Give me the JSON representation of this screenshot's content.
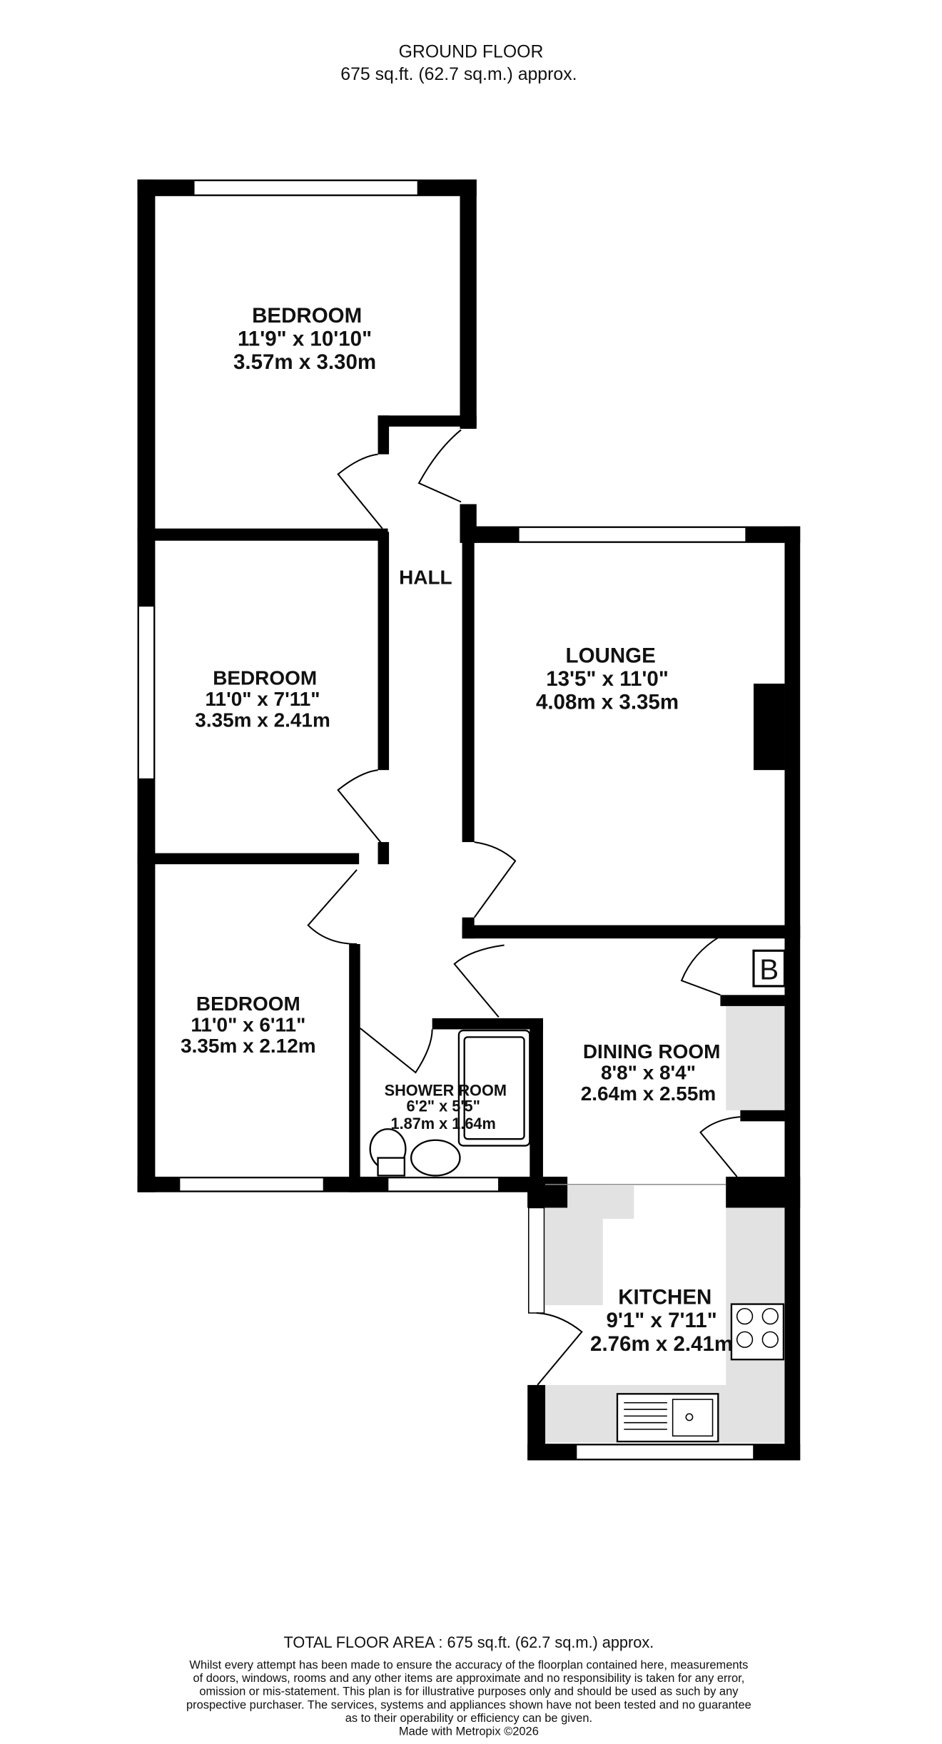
{
  "header": {
    "floor": "GROUND FLOOR",
    "area": "675 sq.ft. (62.7 sq.m.) approx."
  },
  "rooms": [
    {
      "name": "BEDROOM",
      "imperial": "11'9\"  x 10'10\"",
      "metric": "3.57m  x 3.30m"
    },
    {
      "name": "BEDROOM",
      "imperial": "11'0\"  x 7'11\"",
      "metric": "3.35m  x 2.41m"
    },
    {
      "name": "BEDROOM",
      "imperial": "11'0\"  x 6'11\"",
      "metric": "3.35m  x 2.12m"
    },
    {
      "name": "HALL"
    },
    {
      "name": "LOUNGE",
      "imperial": "13'5\"  x 11'0\"",
      "metric": "4.08m  x 3.35m"
    },
    {
      "name": "SHOWER ROOM",
      "imperial": "6'2\"  x 5'5\"",
      "metric": "1.87m  x 1.64m"
    },
    {
      "name": "DINING ROOM",
      "imperial": "8'8\"  x 8'4\"",
      "metric": "2.64m  x 2.55m"
    },
    {
      "name": "KITCHEN",
      "imperial": "9'1\"  x 7'11\"",
      "metric": "2.76m  x 2.41m"
    }
  ],
  "boiler_label": "B",
  "footer": {
    "total": "TOTAL FLOOR AREA : 675 sq.ft. (62.7 sq.m.) approx.",
    "disclaimer": [
      "Whilst every attempt has been made to ensure the accuracy of the floorplan contained here, measurements",
      "of doors, windows, rooms and any other items are approximate and no responsibility is taken for any error,",
      "omission or mis-statement. This plan is for illustrative purposes only and should be used as such by any",
      "prospective purchaser. The services, systems and appliances shown have not been tested and no guarantee",
      "as to their operability or efficiency can be given."
    ],
    "credit": "Made with Metropix ©2026"
  },
  "colors": {
    "walls": "#000000",
    "fittings": "#e2e2e2"
  }
}
